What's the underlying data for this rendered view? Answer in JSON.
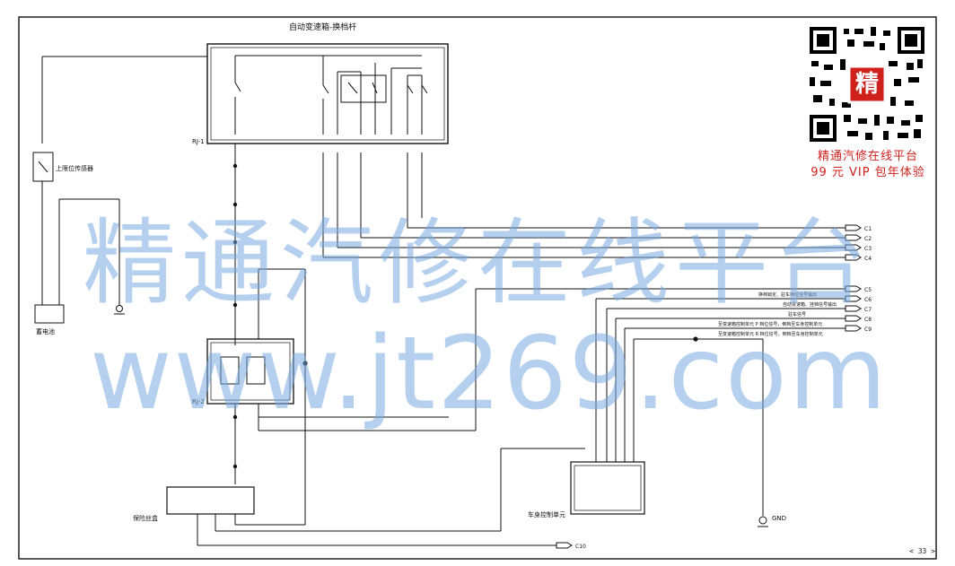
{
  "diagram": {
    "title": "自动变速箱-换档杆",
    "components": {
      "shifter_label": "RJ-1",
      "relay_label": "RJ-2",
      "sensor_label": "上限位传感器",
      "battery_label": "蓄电池",
      "fuse_box_label": "保险丝盒",
      "ecu_label": "车身控制单元",
      "ground_label": "GND"
    },
    "connectors": [
      "C1",
      "C2",
      "C3",
      "C4",
      "C5",
      "C6",
      "C7",
      "C8",
      "C9",
      "C10"
    ],
    "signal_notes": [
      "换档锁定、驻车档位信号输出",
      "自动变速箱、挂档信号输出",
      "驻车信号",
      "至变速箱控制单元 P 档位信号，倒档至车身控制单元",
      "至变速箱控制单元 R 档位信号，倒档至车身控制单元"
    ]
  },
  "watermark": {
    "cn_text": "精通汽修在线平台",
    "url_text": "www.jt269.com"
  },
  "promo": {
    "line1": "精通汽修在线平台",
    "line2": "99 元 VIP 包年体验",
    "badge_char": "精"
  },
  "page_number": "< 33 >"
}
